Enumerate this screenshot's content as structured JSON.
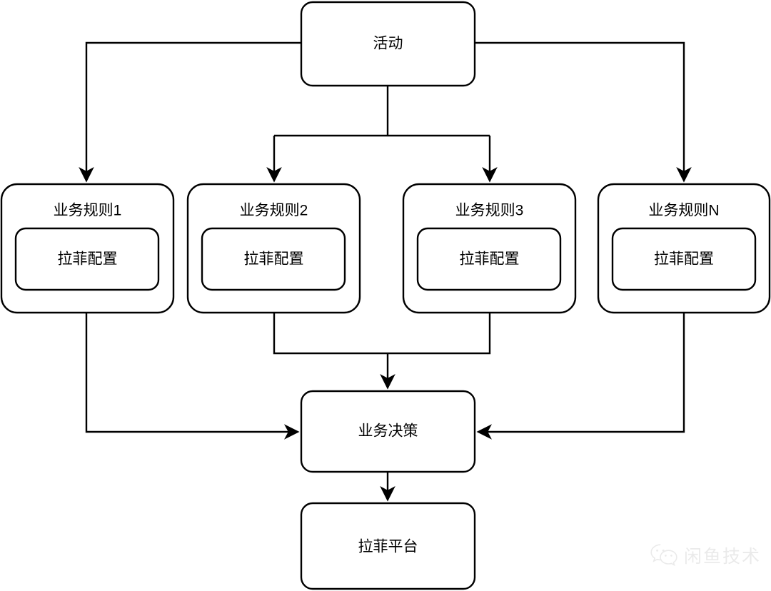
{
  "diagram": {
    "title_node": {
      "label": "活动"
    },
    "rules": [
      {
        "label": "业务规则1",
        "config_label": "拉菲配置"
      },
      {
        "label": "业务规则2",
        "config_label": "拉菲配置"
      },
      {
        "label": "业务规则3",
        "config_label": "拉菲配置"
      },
      {
        "label": "业务规则N",
        "config_label": "拉菲配置"
      }
    ],
    "decision_node": {
      "label": "业务决策"
    },
    "platform_node": {
      "label": "拉菲平台"
    },
    "colors": {
      "stroke": "#000000",
      "fill": "#ffffff",
      "text": "#000000",
      "watermark": "#3a3a3a"
    }
  },
  "watermark": {
    "text": "闲鱼技术",
    "icon": "wechat-icon"
  }
}
